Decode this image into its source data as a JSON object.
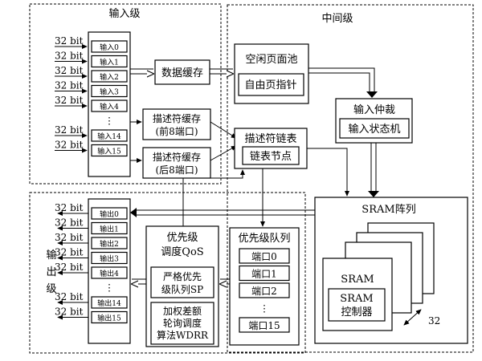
{
  "sections": {
    "input": "输入级",
    "middle": "中间级",
    "output": [
      "输",
      "出",
      "级"
    ]
  },
  "bus_width": "32 bit",
  "input_ports": [
    "输入0",
    "输入1",
    "输入2",
    "输入3",
    "输入4",
    "⋮",
    "输入14",
    "输入15"
  ],
  "output_ports": [
    "输出0",
    "输出1",
    "输出2",
    "输出3",
    "输出4",
    "⋮",
    "输出14",
    "输出15"
  ],
  "data_buffer": "数据缓存",
  "desc_buffer_front": [
    "描述符缓存",
    "(前8端口)"
  ],
  "desc_buffer_back": [
    "描述符缓存",
    "(后8端口)"
  ],
  "free_page_pool": "空闲页面池",
  "free_page_pointer": "自由页指针",
  "desc_linked_list": "描述符链表",
  "list_node": "链表节点",
  "input_arbiter": "输入仲裁",
  "input_state_machine": "输入状态机",
  "sram_array": "SRAM阵列",
  "sram": "SRAM",
  "sram_controller": [
    "SRAM",
    "控制器"
  ],
  "sram_count": "32",
  "priority_scheduler": [
    "优先级",
    "调度QoS"
  ],
  "strict_priority": [
    "严格优先",
    "级队列SP"
  ],
  "wdrr": [
    "加权差额",
    "轮询调度",
    "算法WDRR"
  ],
  "priority_queue": "优先级队列",
  "queue_ports": [
    "端口0",
    "端口1",
    "端口2",
    "⋮",
    "端口15"
  ]
}
